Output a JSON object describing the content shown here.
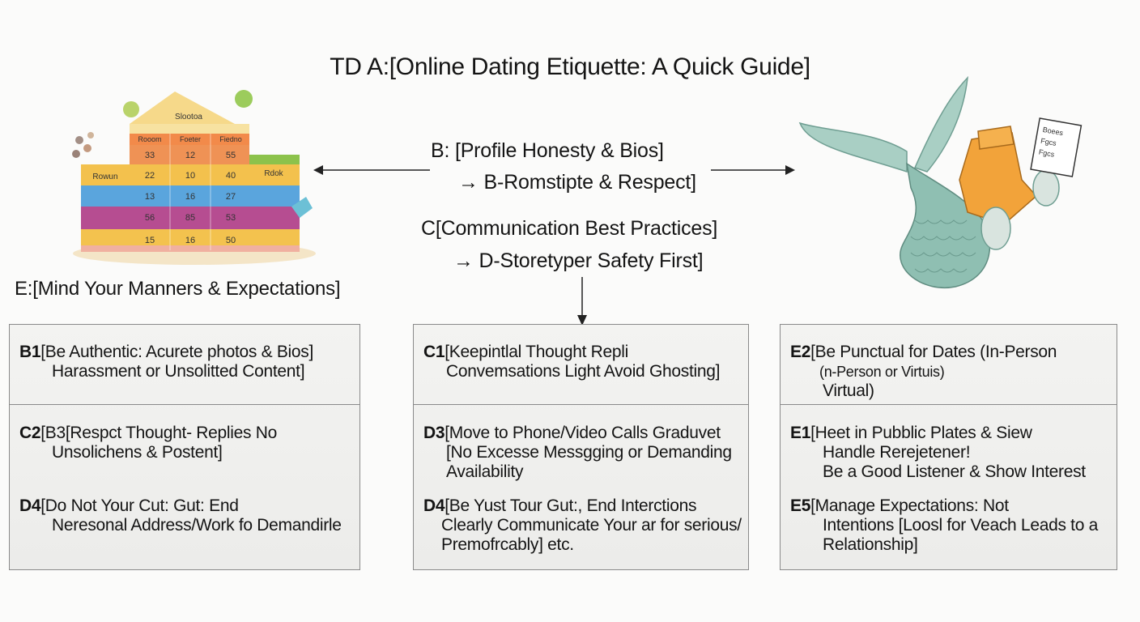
{
  "title": "TD A:[Online Dating Etiquette: A Quick Guide]",
  "center": {
    "b_title": "B: [Profile Honesty & Bios]",
    "b_sub": "→ B-Romstipte & Respect]",
    "c_title": "C[Communication Best Practices]",
    "c_sub": "→ D-Storetyper Safety First]"
  },
  "e_heading": "E:[Mind Your Manners & Expectations]",
  "building": {
    "roof": "Slootoa",
    "cols": [
      "Rooom",
      "Foeter",
      "Fiedno"
    ],
    "left_label": "Rowun",
    "right_label": "Rdok",
    "rows": [
      [
        "33",
        "12",
        "55"
      ],
      [
        "22",
        "10",
        "40"
      ],
      [
        "13",
        "16",
        "27"
      ],
      [
        "56",
        "85",
        "53"
      ],
      [
        "15",
        "16",
        "50"
      ]
    ]
  },
  "mermaid_card": [
    "Boees",
    "Fgcs",
    "Fgcs"
  ],
  "panels": {
    "left": {
      "b1": {
        "id": "B1",
        "line1": "[Be Authentic: Acurete photos & Bios]",
        "line2": "Harassment or Unsolitted Content]"
      },
      "c2": {
        "id": "C2",
        "line1": "[B3[Respct Thought- Replies No",
        "line2": "Unsolichens & Postent]"
      },
      "d4": {
        "id": "D4",
        "line1": "[Do Not Your Cut: Gut: End",
        "line2": "Neresonal Address/Work fo Demandirle"
      }
    },
    "middle": {
      "c1": {
        "id": "C1",
        "line1": "[Keepintlal Thought Repli",
        "line2": "Convemsations Light Avoid Ghosting]"
      },
      "d3": {
        "id": "D3",
        "line1": "[Move to Phone/Video Calls Graduvet",
        "line2": "[No Excesse Messgging or Demanding",
        "line3": "Availability"
      },
      "d4": {
        "id": "D4",
        "line1": "[Be Yust Tour Gut:, End Interctions",
        "line2": "Clearly Communicate Your ar for serious/",
        "line3": "Premofrcably] etc."
      }
    },
    "right": {
      "e2": {
        "id": "E2",
        "line1": "[Be Punctual for Dates (In-Person",
        "line2": "(n-Person or Virtuis)",
        "line3": "Virtual)"
      },
      "e1": {
        "id": "E1",
        "line1": "[Heet in Pubblic Plates & Siew",
        "line2": "Handle Rerejetener!",
        "line3": "Be a Good Listener & Show Interest"
      },
      "e5": {
        "id": "E5",
        "line1": "[Manage Expectations: Not",
        "line2": "Intentions [Loosl for Veach Leads to a",
        "line3": "Relationship]"
      }
    }
  }
}
